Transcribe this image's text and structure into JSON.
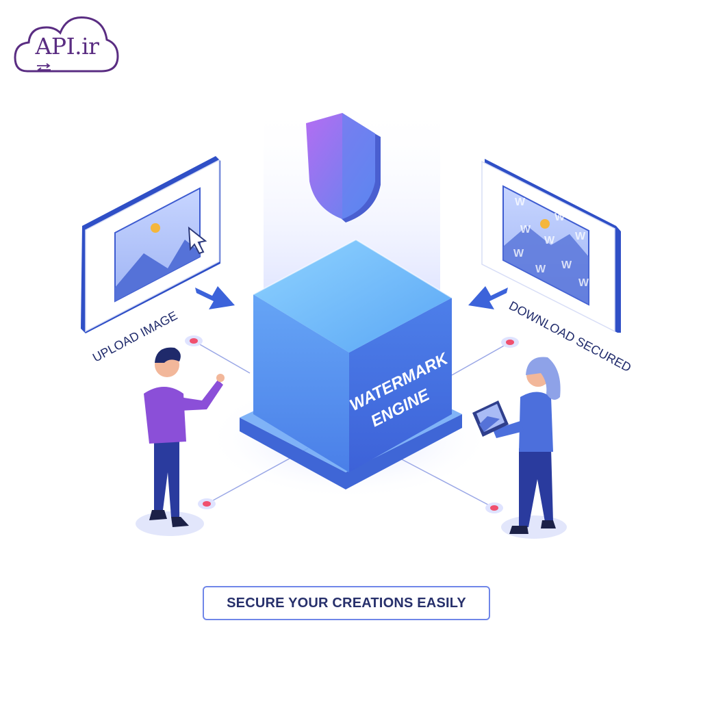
{
  "brand": {
    "logo_text": "API.ir"
  },
  "labels": {
    "upload": "UPLOAD IMAGE",
    "download": "DOWNLOAD SECURED",
    "engine_line1": "WATERMARK",
    "engine_line2": "ENGINE"
  },
  "watermark_mark": "W",
  "tagline": "SECURE YOUR CREATIONS EASILY",
  "colors": {
    "brand_purple": "#5a2d82",
    "engine_blue": "#4f7fea",
    "shield_purple": "#a66cf0",
    "tagline_border": "#6f86e8",
    "node_red": "#f0506e"
  },
  "icons": [
    "cloud-logo-icon",
    "sync-arrows-icon",
    "shield-icon",
    "cursor-icon",
    "sun-icon",
    "arrow-icon"
  ]
}
